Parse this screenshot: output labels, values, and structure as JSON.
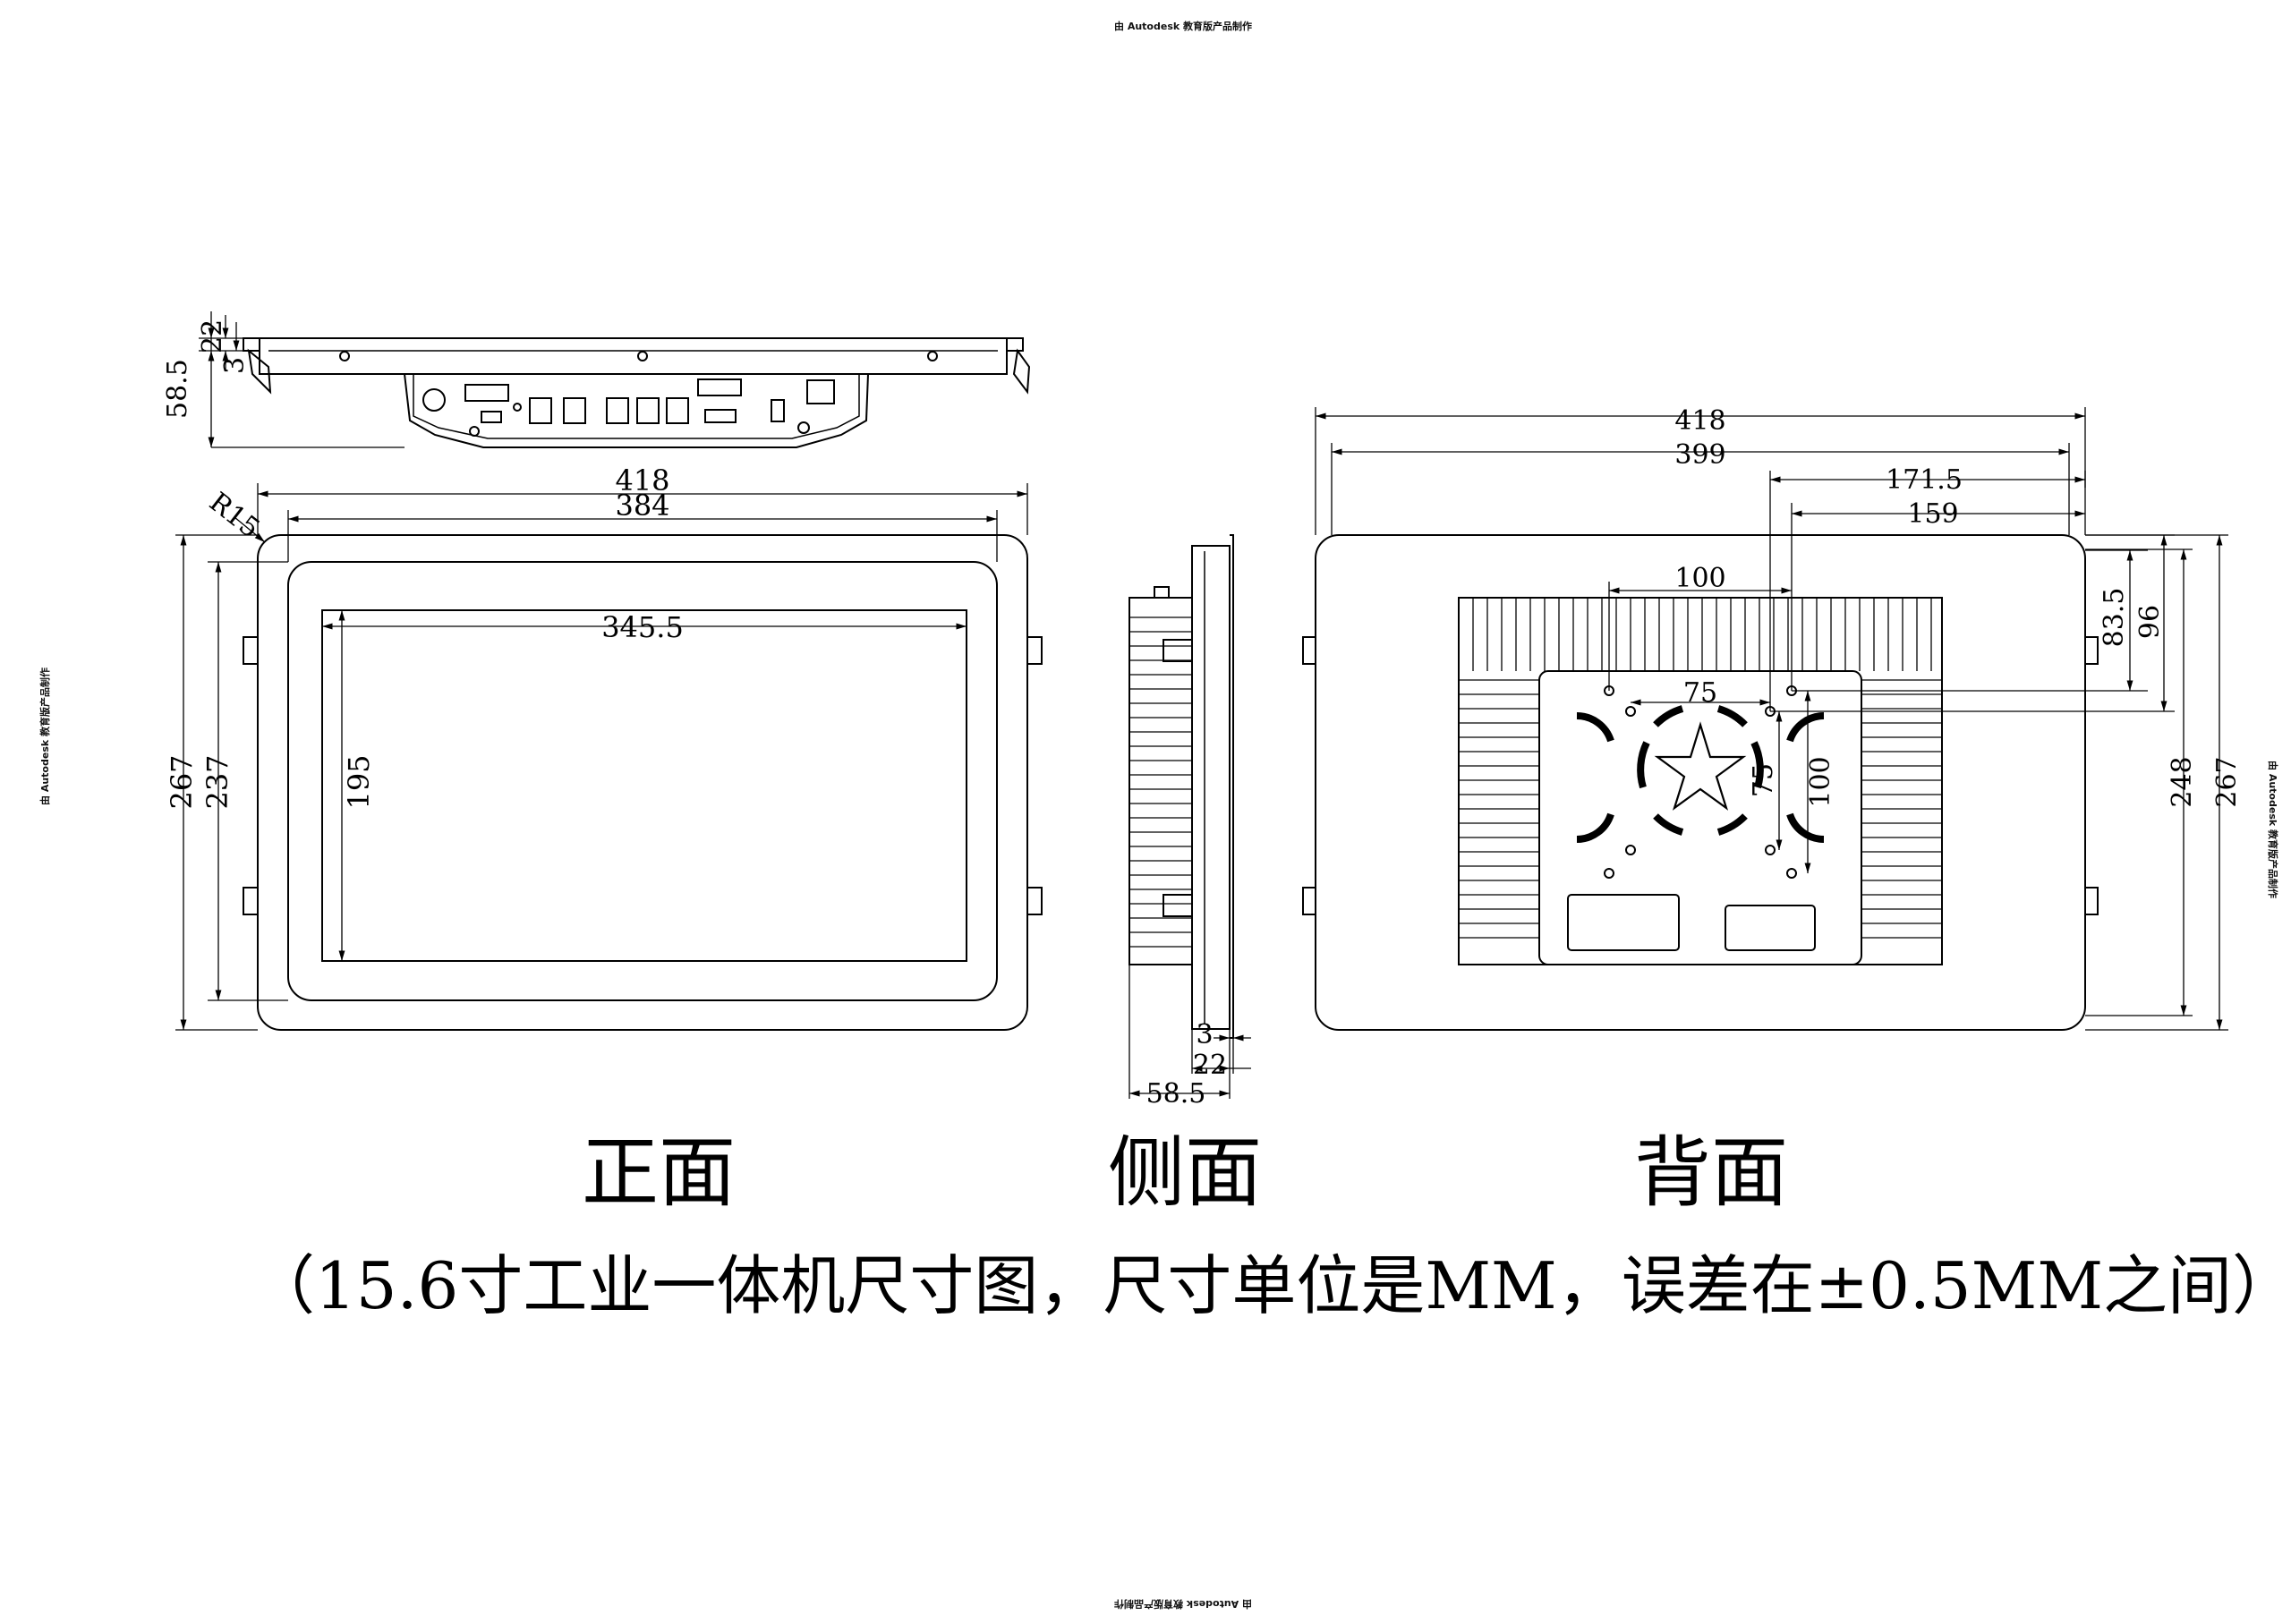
{
  "watermark": "由 Autodesk 教育版产品制作",
  "views": {
    "front": "正面",
    "side": "侧面",
    "back": "背面"
  },
  "caption": "（15.6寸工业一体机尺寸图，尺寸单位是MM，误差在±0.5MM之间）",
  "dimensions": {
    "top": {
      "d1": "22",
      "d2": "3",
      "d3": "58.5"
    },
    "front": {
      "w_outer": "418",
      "w_inner": "384",
      "w_screen": "345.5",
      "h_outer": "267",
      "h_inner": "237",
      "h_screen": "195",
      "radius": "R15"
    },
    "side": {
      "d1": "3",
      "d2": "22",
      "d3": "58.5"
    },
    "back": {
      "w_outer": "418",
      "w_inner": "399",
      "w_a": "171.5",
      "w_b": "159",
      "w_c": "100",
      "w_vesa": "75",
      "h_a": "83.5",
      "h_b": "96",
      "h_vesa": "75",
      "h_c": "100",
      "h_inner": "248",
      "h_outer": "267"
    }
  }
}
